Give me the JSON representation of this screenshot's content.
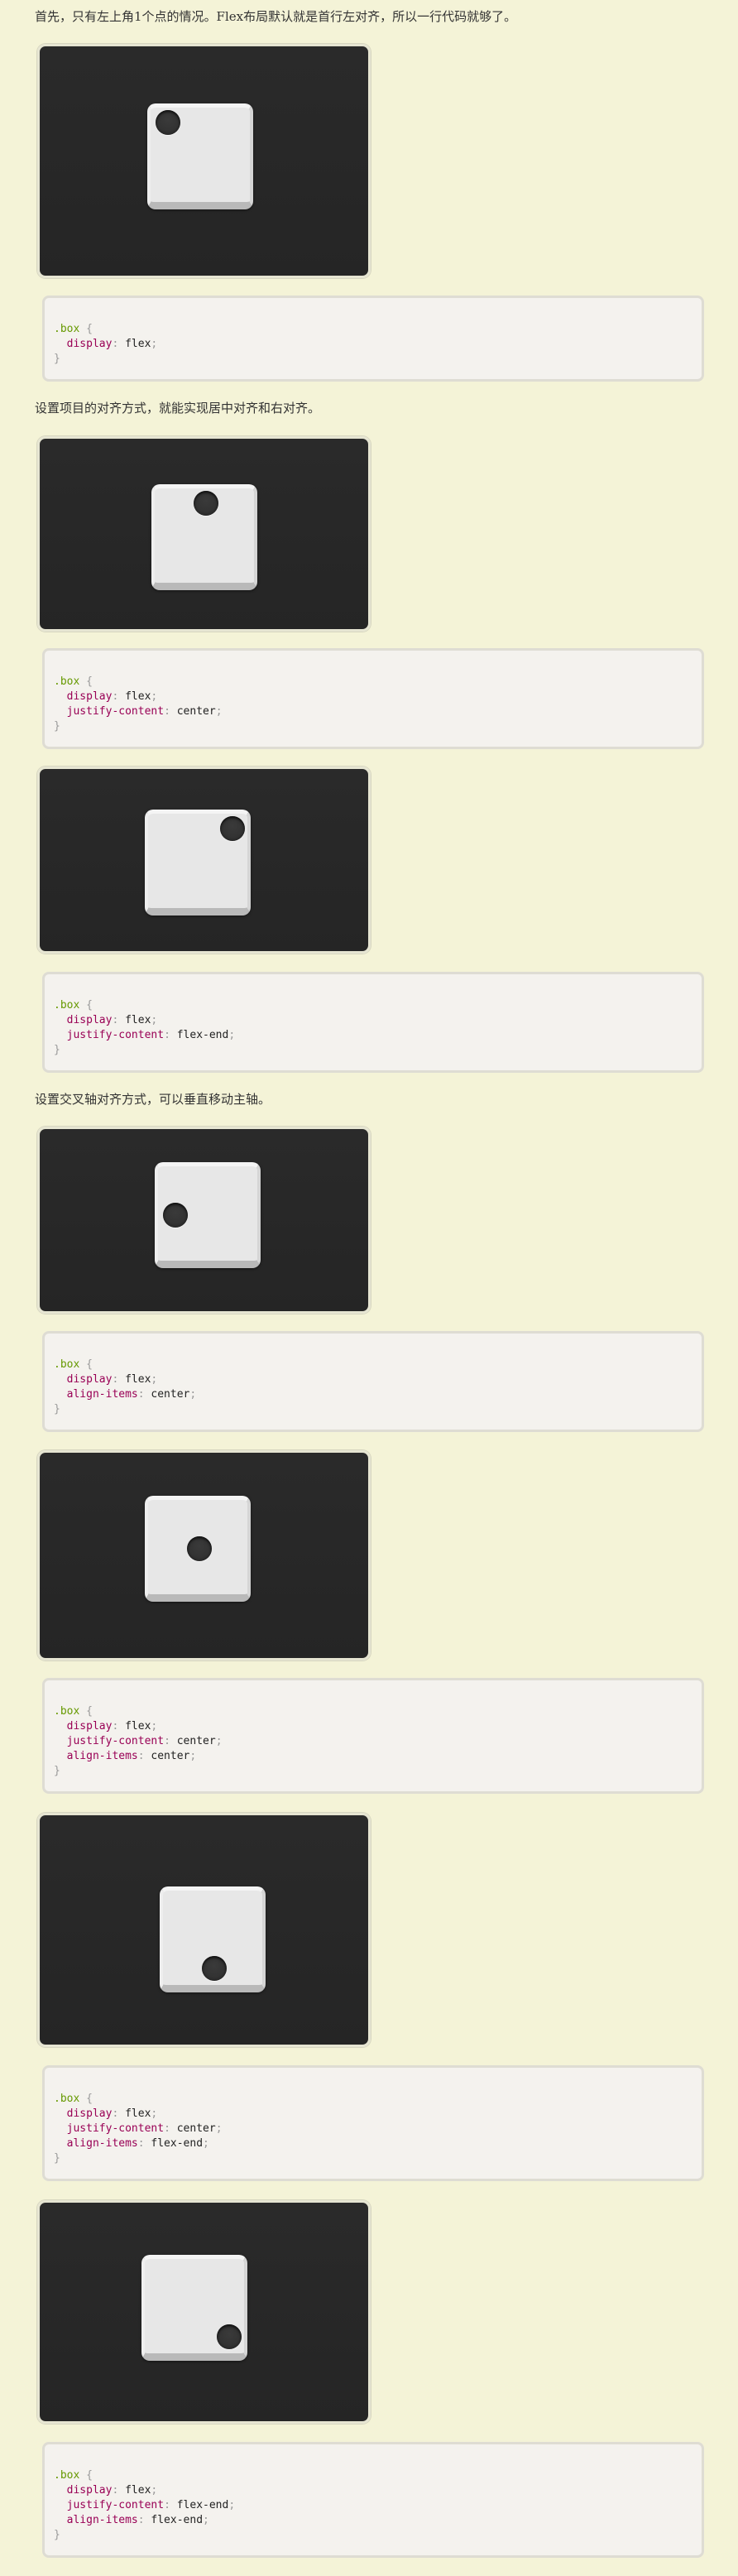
{
  "paragraphs": {
    "p1": "首先，只有左上角1个点的情况。Flex布局默认就是首行左对齐，所以一行代码就够了。",
    "p2": "设置项目的对齐方式，就能实现居中对齐和右对齐。",
    "p3": "设置交叉轴对齐方式，可以垂直移动主轴。"
  },
  "code": {
    "selector": ".box",
    "open": " {",
    "close": "}",
    "colon": ": ",
    "semi": ";",
    "blocks": [
      [
        {
          "prop": "display",
          "value": "flex"
        }
      ],
      [
        {
          "prop": "display",
          "value": "flex"
        },
        {
          "prop": "justify-content",
          "value": "center"
        }
      ],
      [
        {
          "prop": "display",
          "value": "flex"
        },
        {
          "prop": "justify-content",
          "value": "flex-end"
        }
      ],
      [
        {
          "prop": "display",
          "value": "flex"
        },
        {
          "prop": "align-items",
          "value": "center"
        }
      ],
      [
        {
          "prop": "display",
          "value": "flex"
        },
        {
          "prop": "justify-content",
          "value": "center"
        },
        {
          "prop": "align-items",
          "value": "center"
        }
      ],
      [
        {
          "prop": "display",
          "value": "flex"
        },
        {
          "prop": "justify-content",
          "value": "center"
        },
        {
          "prop": "align-items",
          "value": "flex-end"
        }
      ],
      [
        {
          "prop": "display",
          "value": "flex"
        },
        {
          "prop": "justify-content",
          "value": "flex-end"
        },
        {
          "prop": "align-items",
          "value": "flex-end"
        }
      ]
    ]
  },
  "colors": {
    "page_bg": "#f4f3d7",
    "frame_bg": "#2a2a2a",
    "selector": "#669900",
    "property": "#990055",
    "punctuation": "#999999"
  }
}
